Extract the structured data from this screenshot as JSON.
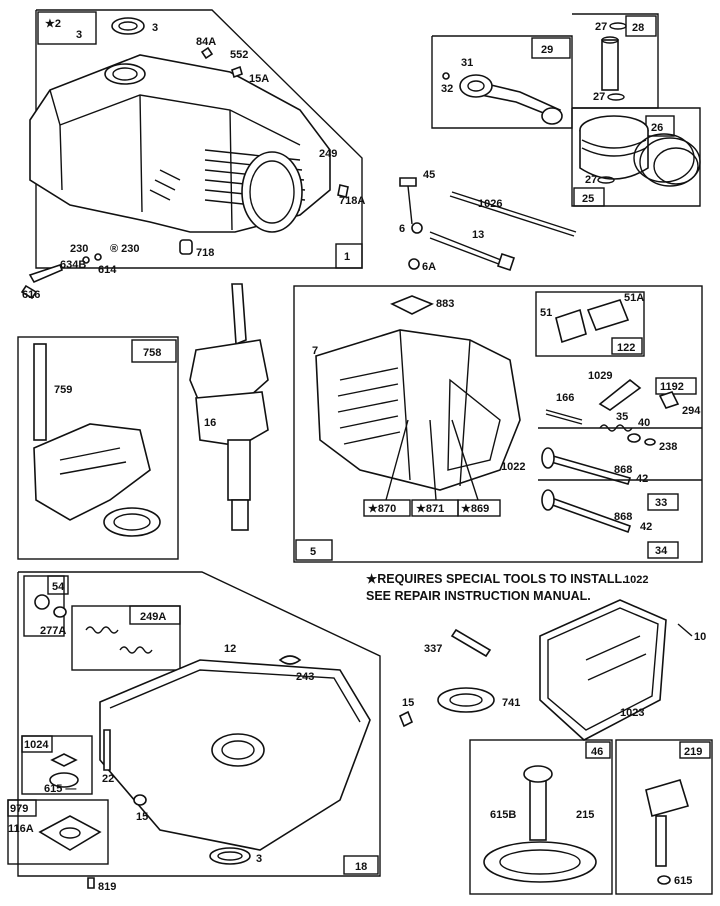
{
  "note": {
    "line1": "★REQUIRES SPECIAL TOOLS TO INSTALL.",
    "line2": "SEE REPAIR INSTRUCTION MANUAL."
  },
  "groups": {
    "g1": "1",
    "g5": "5",
    "g18": "18",
    "g26": "26",
    "g28": "28",
    "g29": "29",
    "g25": "25",
    "g33": "33",
    "g34": "34",
    "g46": "46",
    "g219": "219",
    "g54": "54",
    "g122": "122",
    "g1024": "1024",
    "g979": "979",
    "g758": "758",
    "g249A": "249A",
    "g1192": "1192"
  },
  "labels": {
    "l2": "★2",
    "l3a": "3",
    "l3b": "3",
    "l84A": "84A",
    "l552": "552",
    "l15A": "15A",
    "l249": "249",
    "l718A": "718A",
    "l718": "718",
    "l230a": "230",
    "l230b": "® 230",
    "l614": "614",
    "l634B": "634B",
    "l616": "616",
    "l27a": "27",
    "l27b": "27",
    "l27c": "27",
    "l31": "31",
    "l32": "32",
    "l45": "45",
    "l1026": "1026",
    "l6": "6",
    "l13": "13",
    "l6A": "6A",
    "l883": "883",
    "l51": "51",
    "l51A": "51A",
    "l7": "7",
    "l1029": "1029",
    "l294": "294",
    "l166": "166",
    "l35": "35",
    "l40": "40",
    "l238": "238",
    "l1022a": "1022",
    "l868a": "868",
    "l42a": "42",
    "l868b": "868",
    "l42b": "42",
    "l870": "★870",
    "l871": "★871",
    "l869": "★869",
    "l759": "759",
    "l16": "16",
    "l277A": "277A",
    "l12": "12",
    "l243": "243",
    "l337": "337",
    "l741": "741",
    "l15a": "15",
    "l22": "22",
    "l615a": "615 —",
    "l116A": "116A",
    "l15b": "15",
    "l3c": "3",
    "l819": "819",
    "l1022b": "1022",
    "l10": "10",
    "l1023": "1023",
    "l615B": "615B",
    "l215": "215",
    "l615b": "615"
  }
}
